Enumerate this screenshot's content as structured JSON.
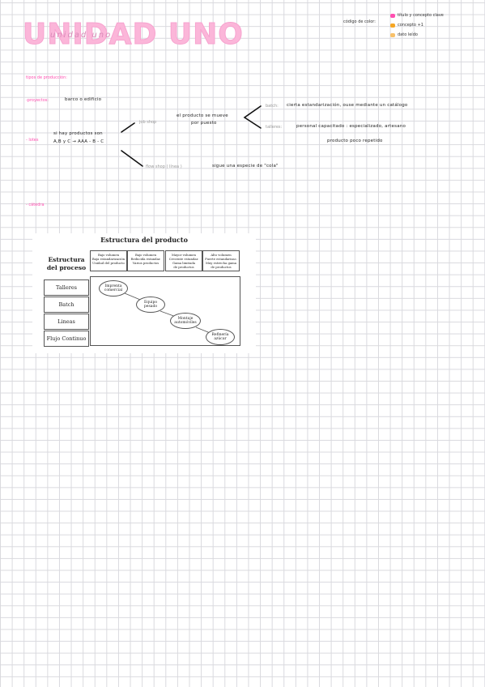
{
  "header": {
    "title": "UNIDAD UNO",
    "title_script": "unidad uno",
    "legend_title": "código de color:",
    "legend": [
      {
        "label": "título y concepto clave",
        "color": "#ff4fb0"
      },
      {
        "label": "concepto +1",
        "color": "#f6a623"
      },
      {
        "label": "dato leído",
        "color": "#f8c16a"
      }
    ]
  },
  "section": {
    "heading": "tipos de producción:"
  },
  "items": {
    "proyectos_label": "-proyectos:",
    "proyectos_text": "barco o edificio",
    "lotes_label": "- lotes",
    "lotes_desc_1": "si hay productos son",
    "lotes_desc_2": "A,B y C → AAA - B - C",
    "job_shop": "job shop",
    "job_shop_desc_1": "el producto se mueve",
    "job_shop_desc_2": "por puesto",
    "batch_label": "batch:",
    "batch_text": "cierta estandarización, ouse mediante un catálogo",
    "taller_label": "talleres:",
    "taller_text": "personal capacitado : especializado, artesano",
    "taller_text_2": "producto poco repetido",
    "flow_shop": "flow shop ( línea )",
    "flow_shop_desc": "sigue una especie de \"cola\"",
    "catedra_label": "- cátedra"
  },
  "figure": {
    "title": "Estructura del producto",
    "row_header": [
      "Estructura",
      "del proceso"
    ],
    "columns": [
      [
        "Bajo volumen",
        "Baja estandarización",
        "Unidad del producto"
      ],
      [
        "Bajo volumen",
        "Reducida estandar.",
        "Varios productos"
      ],
      [
        "Mayor volumen",
        "Crecente estandar.",
        "Gama limitada",
        "de productos"
      ],
      [
        "Alto volumen",
        "Fuerte estandarizac.",
        "Muy estrecha gama",
        "de productos"
      ]
    ],
    "rows": [
      "Talleres",
      "Batch",
      "Lineas",
      "Flujo Continuo"
    ],
    "ovals": [
      [
        "Imprenta",
        "comercial"
      ],
      [
        "Equipo",
        "pesado"
      ],
      [
        "Montaje",
        "automóviles"
      ],
      [
        "Refinería",
        "azúcar"
      ]
    ]
  }
}
